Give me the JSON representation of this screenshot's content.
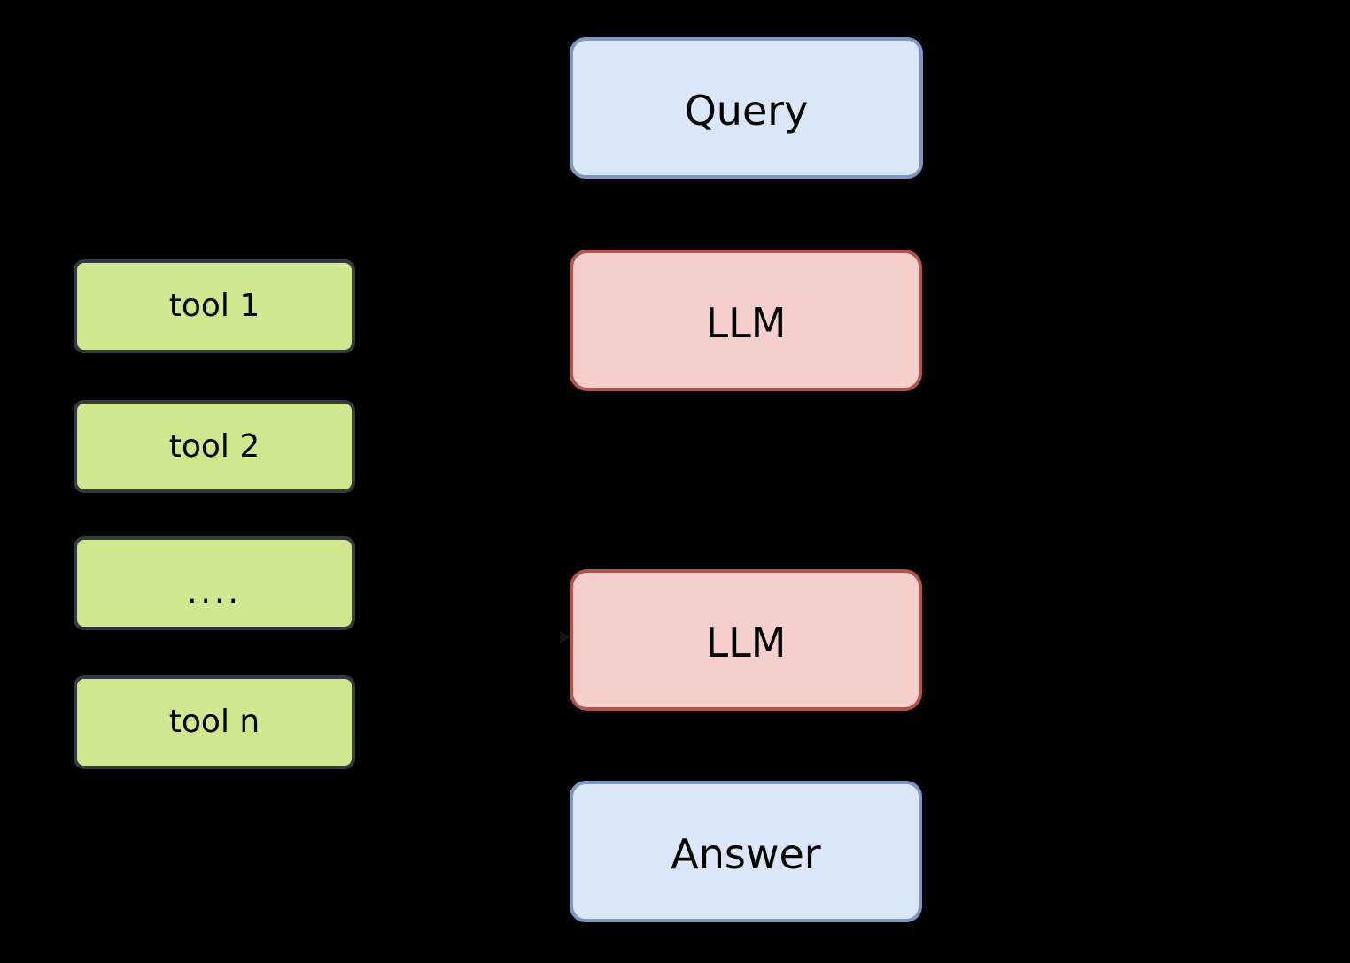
{
  "flow": {
    "query": {
      "label": "Query"
    },
    "llm_top": {
      "label": "LLM"
    },
    "llm_bottom": {
      "label": "LLM"
    },
    "answer": {
      "label": "Answer"
    }
  },
  "tools": {
    "items": [
      {
        "id": "tool-1",
        "label": "tool 1"
      },
      {
        "id": "tool-2",
        "label": "tool 2"
      },
      {
        "id": "ellipsis",
        "label": "...."
      },
      {
        "id": "tool-n",
        "label": "tool n"
      }
    ]
  },
  "colors": {
    "background": "#000000",
    "query_answer_fill": "#dbe7f8",
    "query_answer_border": "#7d97c2",
    "llm_fill": "#f6cfcc",
    "llm_border": "#ae564e",
    "tool_fill": "#cfe88f",
    "tool_border": "#343a40",
    "text": "#000000"
  }
}
